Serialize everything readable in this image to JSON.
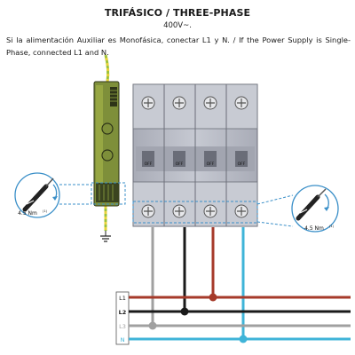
{
  "title": "TRIFÁSICO / THREE-PHASE",
  "voltage": "400V~.",
  "note": "Si la alimentación Auxiliar es Monofásica, conectar L1 y N. / If the Power Supply is Single-Phase, connected L1 and N.",
  "breaker": {
    "poles": [
      {
        "label": "OFF"
      },
      {
        "label": "OFF"
      },
      {
        "label": "OFF"
      },
      {
        "label": "OFF"
      }
    ]
  },
  "torque": {
    "left": "4.5 Nm",
    "right": "4.5 Nm",
    "mark": "(1)"
  },
  "lines": [
    {
      "label": "L1",
      "color": "#a63a2a"
    },
    {
      "label": "L2",
      "color": "#1a1a1a"
    },
    {
      "label": "L3",
      "color": "#a0a0a0"
    },
    {
      "label": "N",
      "color": "#3fb4d8"
    }
  ],
  "colors": {
    "accent_blue": "#3a8fc8",
    "earth_green": "#9cc23a",
    "earth_yellow": "#e8d23a",
    "module_olive": "#4d5a2e",
    "breaker_body": "#b9bcc6"
  }
}
